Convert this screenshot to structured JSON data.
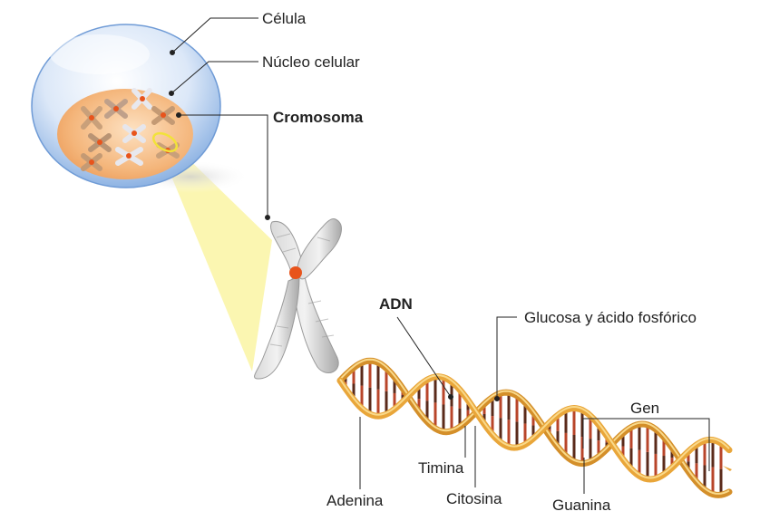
{
  "labels": {
    "cell": "Célula",
    "nucleus": "Núcleo celular",
    "chromosome": "Cromosoma",
    "dna": "ADN",
    "sugar_phosphate": "Glucosa y ácido fosfórico",
    "gene": "Gen",
    "thymine": "Timina",
    "adenine": "Adenina",
    "cytosine": "Citosina",
    "guanine": "Guanina"
  },
  "colors": {
    "cell_membrane": "#7fa9df",
    "nucleus": "#f0a866",
    "chromosome": "#b8b8b8",
    "centromere": "#e8541c",
    "dna_backbone": "#e9a63a",
    "base_pair_red": "#b8452a",
    "base_pair_dark": "#5a2a1a",
    "highlight_zoom": "#fbf5a8"
  }
}
